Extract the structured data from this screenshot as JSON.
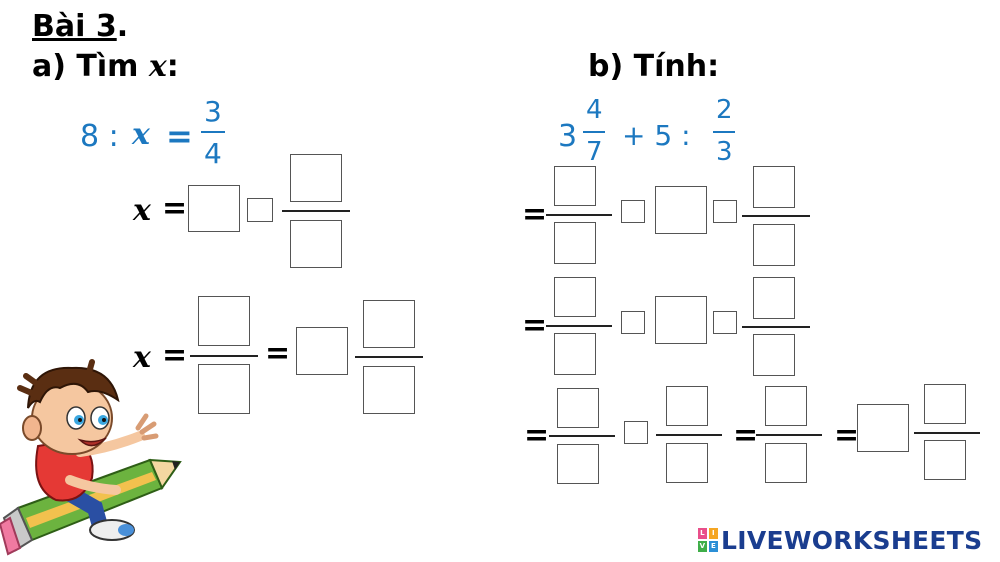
{
  "header": {
    "title": "Bài 3",
    "title_dot": ".",
    "part_a": "a) Tìm",
    "part_a_var": "x",
    "part_a_colon": ":",
    "part_b": "b) Tính:"
  },
  "part_a": {
    "problem_left": "8 :",
    "problem_var": "x",
    "problem_eq": "=",
    "problem_num": "3",
    "problem_den": "4",
    "row_var": "x",
    "eq": "="
  },
  "part_b": {
    "whole": "3",
    "frac_num": "4",
    "frac_den": "7",
    "middle": "+ 5 :",
    "frac2_num": "2",
    "frac2_den": "3",
    "eq": "="
  },
  "branding": {
    "logo_text": "LIVEWORKSHEETS",
    "logo_letters": [
      "L",
      "I",
      "V",
      "E"
    ],
    "logo_colors": [
      "#e94f8a",
      "#f5a623",
      "#3fae49",
      "#2b8fd6"
    ]
  },
  "illustration": {
    "name": "boy riding pencil cartoon"
  }
}
